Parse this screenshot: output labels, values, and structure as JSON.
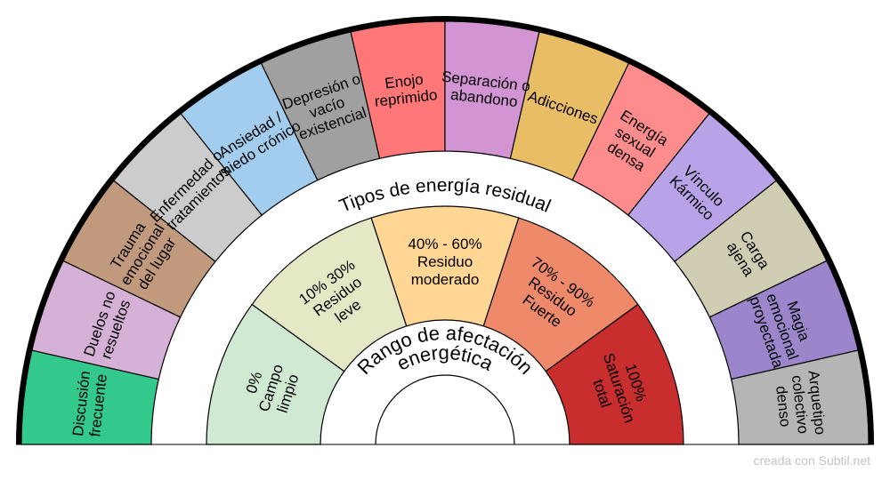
{
  "outer_ring": {
    "title": "Tipos de energía residual",
    "segments": [
      {
        "label": [
          "Discusión",
          "frecuente"
        ],
        "color": "#33c98c"
      },
      {
        "label": [
          "Duelos no",
          "resueltos"
        ],
        "color": "#d5b0d7"
      },
      {
        "label": [
          "Trauma",
          "emocional",
          "del lugar"
        ],
        "color": "#c19a7d"
      },
      {
        "label": [
          "Enfermedad o",
          "tratamientos"
        ],
        "color": "#cccccc"
      },
      {
        "label": [
          "Ansiedad /",
          "miedo crónico"
        ],
        "color": "#a3cdee"
      },
      {
        "label": [
          "Depresión o",
          "vacío",
          "existencial"
        ],
        "color": "#a0a0a0"
      },
      {
        "label": [
          "Enojo",
          "reprimido"
        ],
        "color": "#ff7777"
      },
      {
        "label": [
          "Separación o",
          "abandono"
        ],
        "color": "#d294d2"
      },
      {
        "label": [
          "Adicciones"
        ],
        "color": "#e8bd65"
      },
      {
        "label": [
          "Energía",
          "sexual",
          "densa"
        ],
        "color": "#ff8c8c"
      },
      {
        "label": [
          "Vínculo",
          "Kármico"
        ],
        "color": "#b9a3e8"
      },
      {
        "label": [
          "Carga",
          "ajena"
        ],
        "color": "#d1cdb3"
      },
      {
        "label": [
          "Magia",
          "emocional",
          "proyectada"
        ],
        "color": "#9b86cb"
      },
      {
        "label": [
          "Arquetipo",
          "colectivo",
          "denso"
        ],
        "color": "#b5b5b5"
      }
    ]
  },
  "inner_ring": {
    "title": [
      "Rango de afectación",
      "energética"
    ],
    "segments": [
      {
        "label": [
          "0%",
          "Campo",
          "limpio"
        ],
        "color": "#d0e9d2",
        "text_color": "#000000"
      },
      {
        "label": [
          "10% 30%",
          "Residuo",
          "leve"
        ],
        "color": "#e5e8c5",
        "text_color": "#000000"
      },
      {
        "label": [
          "40% - 60%",
          "Residuo",
          "moderado"
        ],
        "color": "#ffd693",
        "text_color": "#000000"
      },
      {
        "label": [
          "70% - 90%",
          "Residuo",
          "Fuerte"
        ],
        "color": "#ee8a6a",
        "text_color": "#000000"
      },
      {
        "label": [
          "100%",
          "Saturación",
          "total"
        ],
        "color": "#c92e2e",
        "text_color": "#ffffff"
      }
    ]
  },
  "credit": "creada con Subtil.net"
}
